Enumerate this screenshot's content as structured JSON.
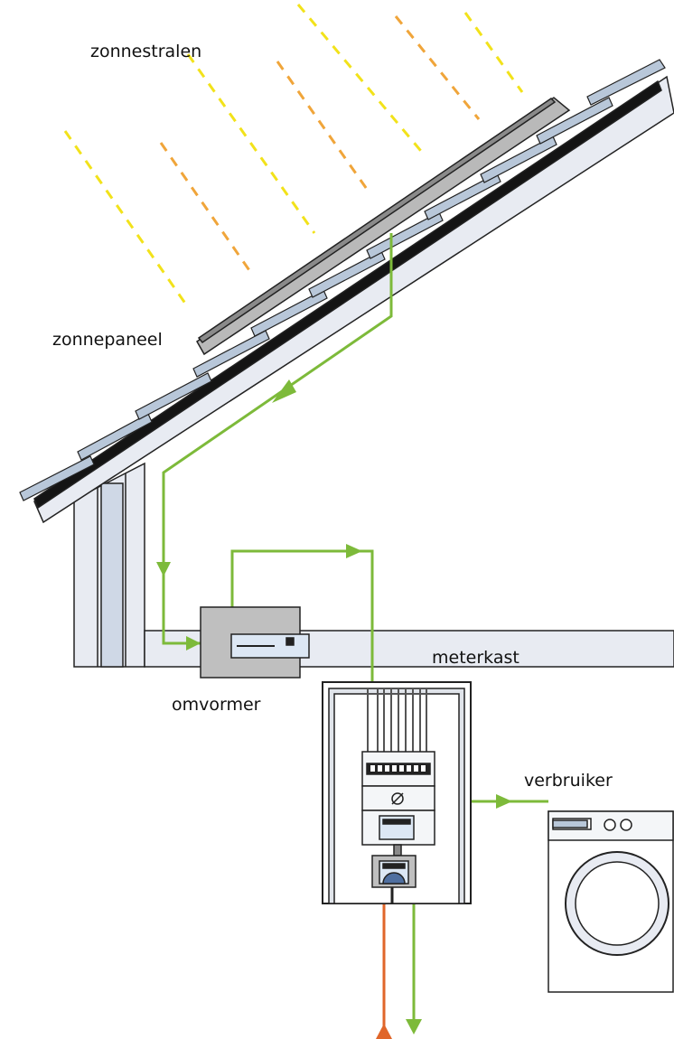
{
  "labels": {
    "rays": "zonnestralen",
    "panel": "zonnepaneel",
    "inverter": "omvormer",
    "meter_box": "meterkast",
    "consumer": "verbruiker"
  },
  "colors": {
    "power_line": "#7dba3a",
    "grid_import": "#e0662a",
    "ray_yellow": "#f2e21a",
    "ray_orange": "#f0a53a",
    "panel_gray": "#b9b9b9",
    "wall_fill": "#e8ebf2",
    "stroke": "#222222"
  },
  "icons": {
    "inverter": "inverter-icon",
    "meter": "electricity-meter-icon",
    "washer": "washing-machine-icon"
  }
}
